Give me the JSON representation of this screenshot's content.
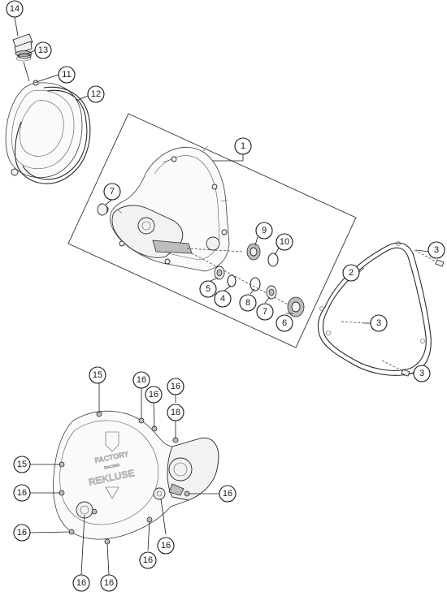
{
  "diagram": {
    "callouts": [
      {
        "label": "14"
      },
      {
        "label": "13"
      },
      {
        "label": "11"
      },
      {
        "label": "12"
      },
      {
        "label": "1"
      },
      {
        "label": "7"
      },
      {
        "label": "9"
      },
      {
        "label": "10"
      },
      {
        "label": "5"
      },
      {
        "label": "4"
      },
      {
        "label": "8"
      },
      {
        "label": "7"
      },
      {
        "label": "6"
      },
      {
        "label": "3"
      },
      {
        "label": "2"
      },
      {
        "label": "3"
      },
      {
        "label": "3"
      },
      {
        "label": "15"
      },
      {
        "label": "16"
      },
      {
        "label": "16"
      },
      {
        "label": "16"
      },
      {
        "label": "18"
      },
      {
        "label": "15"
      },
      {
        "label": "16"
      },
      {
        "label": "16"
      },
      {
        "label": "16"
      },
      {
        "label": "16"
      },
      {
        "label": "16"
      },
      {
        "label": "16"
      },
      {
        "label": "16"
      }
    ],
    "cover_branding": {
      "brand": "FACTORY",
      "sub": "RACING",
      "wordmark": "REKLUSE"
    }
  }
}
